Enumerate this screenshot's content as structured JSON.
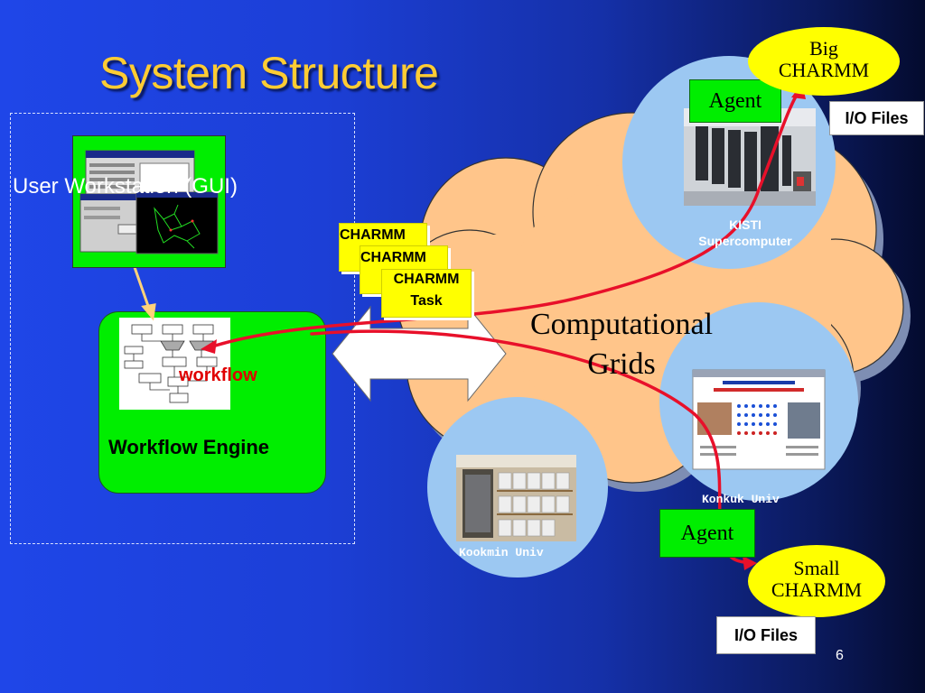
{
  "slide": {
    "title": "System Structure",
    "page_number": "6"
  },
  "workstation": {
    "label": "User Workstation (GUI)"
  },
  "workflow_engine": {
    "label": "Workflow Engine",
    "workflow_label": "workflow"
  },
  "tasks": {
    "items": [
      "CHARMM",
      "CHARMM",
      "CHARMM",
      "Task"
    ]
  },
  "cloud": {
    "line1": "Computational",
    "line2": "Grids"
  },
  "sites": {
    "kisti_line1": "KISTI",
    "kisti_line2": "Supercomputer",
    "konkuk": "Konkuk Univ",
    "kookmin": "Kookmin Univ"
  },
  "agents": {
    "top": "Agent",
    "bottom": "Agent"
  },
  "charmm": {
    "big_line1": "Big",
    "big_line2": "CHARMM",
    "small_line1": "Small",
    "small_line2": "CHARMM"
  },
  "io_files": {
    "top": "I/O Files",
    "bottom": "I/O Files"
  },
  "colors": {
    "title": "#ffcc33",
    "engine_green": "#00ee00",
    "cloud_fill": "#ffc58a",
    "task_yellow": "#ffff00",
    "arrow_red": "#e8102a"
  }
}
